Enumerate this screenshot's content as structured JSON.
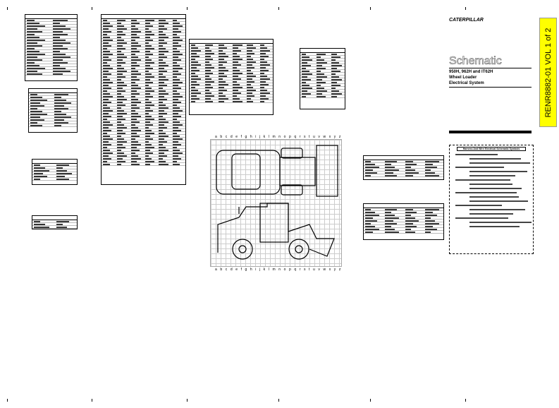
{
  "title_block": {
    "brand": "CATERPILLAR",
    "doc_type": "Schematic",
    "models": "950H, 962H and IT62H",
    "machine": "Wheel Loader",
    "system": "Electrical System"
  },
  "sidebar": {
    "doc_number": "RENR8882-01 VOL 1 of 2",
    "colors": {
      "background": "#ffff00"
    }
  },
  "symbols_box": {
    "title": "Harness And Wire Electrical Schematic Symbols"
  },
  "grid": {
    "letters": "a b c d e f g h i j k l m n o p q r s t u v w x y z"
  }
}
